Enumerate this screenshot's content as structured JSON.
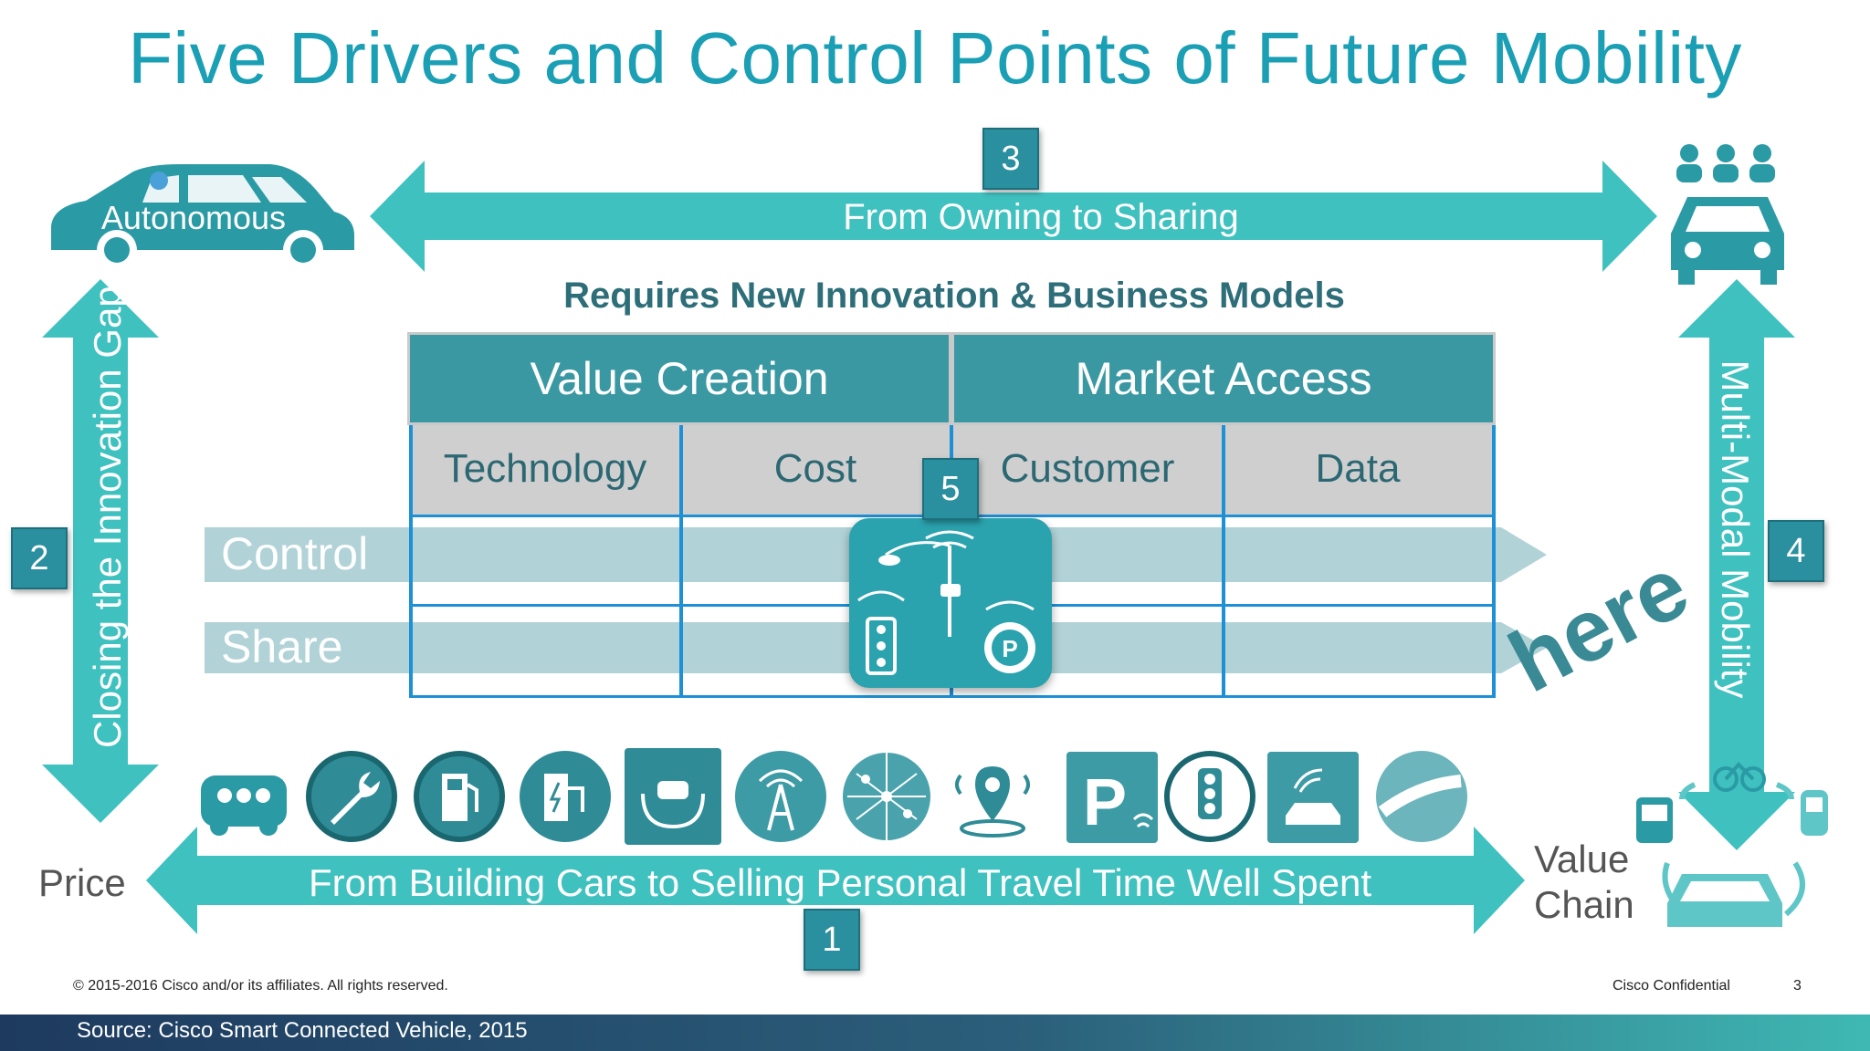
{
  "title": "Five Drivers and Control Points of Future Mobility",
  "colors": {
    "teal": "#3fc1c0",
    "dark_teal": "#2a8f9e",
    "title": "#1a9fb5",
    "grid": "#1e90d6"
  },
  "drivers": {
    "d1": {
      "number": "1",
      "text": "From Building Cars to Selling Personal Travel Time Well Spent"
    },
    "d2": {
      "number": "2",
      "text": "Closing the Innovation Gap"
    },
    "d3": {
      "number": "3",
      "text": "From Owning to Sharing"
    },
    "d4": {
      "number": "4",
      "text": "Multi-Modal Mobility"
    },
    "d5": {
      "number": "5"
    }
  },
  "labels": {
    "autonomous": "Autonomous",
    "price": "Price",
    "value_chain_1": "Value",
    "value_chain_2": "Chain",
    "requires": "Requires New Innovation & Business Models",
    "here_logo": "here"
  },
  "table": {
    "headers": [
      "Value Creation",
      "Market Access"
    ],
    "subheaders": [
      "Technology",
      "Cost",
      "Customer",
      "Data"
    ],
    "rows": [
      "Control",
      "Share"
    ]
  },
  "icons": [
    "car-passengers-icon",
    "wrench-icon",
    "fuel-pump-icon",
    "ev-charger-icon",
    "insurance-hands-icon",
    "antenna-icon",
    "globe-network-icon",
    "location-pin-icon",
    "parking-icon",
    "traffic-light-icon",
    "car-sensor-icon",
    "road-icon"
  ],
  "footer": {
    "copyright": "© 2015-2016  Cisco and/or its affiliates. All rights reserved.",
    "confidential": "Cisco Confidential",
    "page": "3",
    "source": "Source: Cisco Smart Connected Vehicle, 2015"
  }
}
